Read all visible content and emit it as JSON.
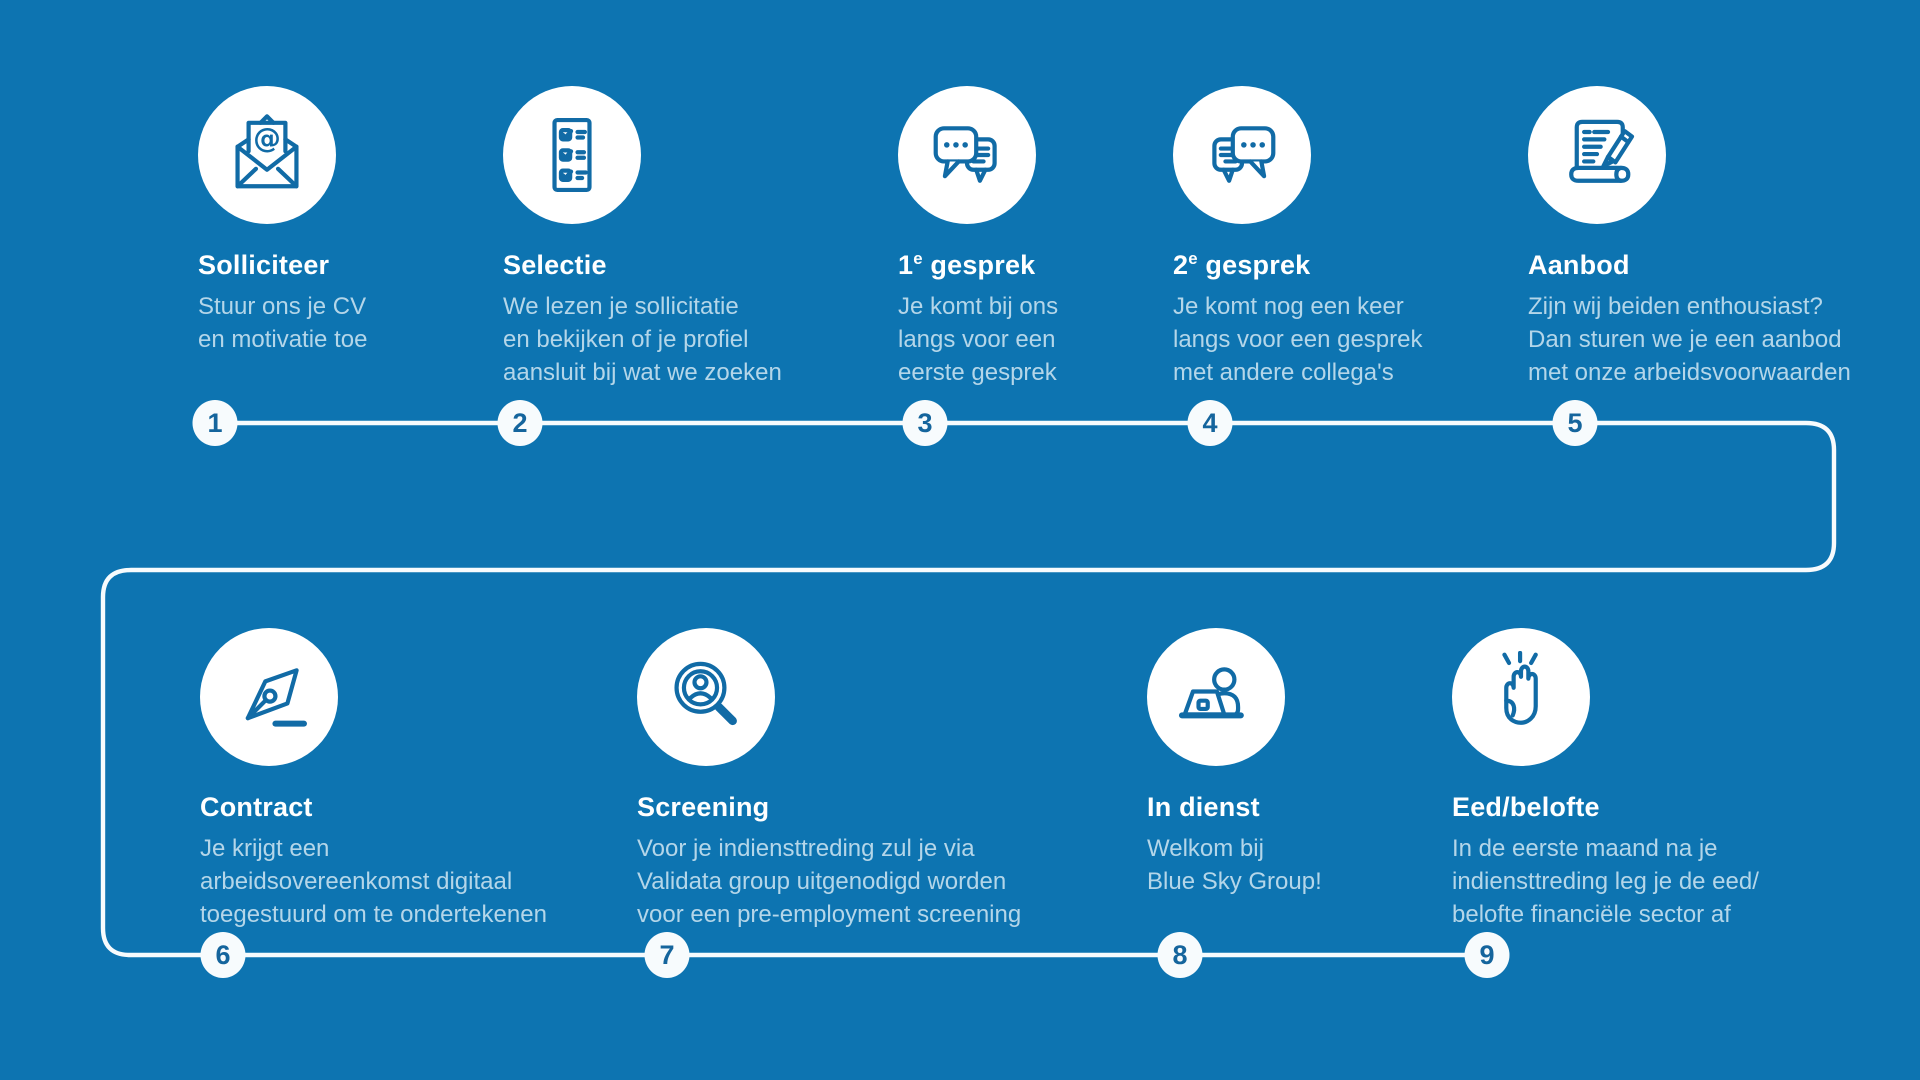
{
  "colors": {
    "background": "#0d74b1",
    "accent": "#116ba6",
    "number": "#15659d",
    "description_text": "#b4d6e9",
    "title_text": "#ffffff",
    "line": "#f7fbfd"
  },
  "steps": [
    {
      "number": "1",
      "title": "Solliciteer",
      "icon": "envelope-at-icon",
      "desc_lines": [
        "Stuur ons je CV",
        "en motivatie toe"
      ]
    },
    {
      "number": "2",
      "title": "Selectie",
      "icon": "checklist-icon",
      "desc_lines": [
        "We lezen je sollicitatie",
        "en bekijken of je profiel",
        "aansluit bij wat we zoeken"
      ]
    },
    {
      "number": "3",
      "title": "1",
      "title_sup": "e",
      "title_post": " gesprek",
      "icon": "chat-bubbles-left-icon",
      "desc_lines": [
        "Je komt bij ons",
        "langs voor een",
        "eerste gesprek"
      ]
    },
    {
      "number": "4",
      "title": "2",
      "title_sup": "e",
      "title_post": " gesprek",
      "icon": "chat-bubbles-right-icon",
      "desc_lines": [
        "Je komt nog een keer",
        "langs voor een gesprek",
        "met andere collega's"
      ]
    },
    {
      "number": "5",
      "title": "Aanbod",
      "icon": "scroll-pencil-icon",
      "desc_lines": [
        "Zijn wij beiden enthousiast?",
        "Dan sturen we je een aanbod",
        "met onze arbeidsvoorwaarden"
      ]
    },
    {
      "number": "6",
      "title": "Contract",
      "icon": "pen-nib-icon",
      "desc_lines": [
        "Je krijgt een",
        "arbeidsovereenkomst digitaal",
        "toegestuurd om te ondertekenen"
      ]
    },
    {
      "number": "7",
      "title": "Screening",
      "icon": "magnifier-person-icon",
      "desc_lines": [
        "Voor je indiensttreding zul je via",
        "Validata group uitgenodigd worden",
        "voor een pre-employment screening"
      ]
    },
    {
      "number": "8",
      "title": "In dienst",
      "icon": "laptop-person-icon",
      "desc_lines": [
        "Welkom bij",
        "Blue Sky Group!"
      ]
    },
    {
      "number": "9",
      "title": "Eed/belofte",
      "icon": "oath-hand-icon",
      "desc_lines": [
        "In de eerste maand na je",
        "indiensttreding leg je de eed/",
        "belofte financiële sector af"
      ]
    }
  ]
}
